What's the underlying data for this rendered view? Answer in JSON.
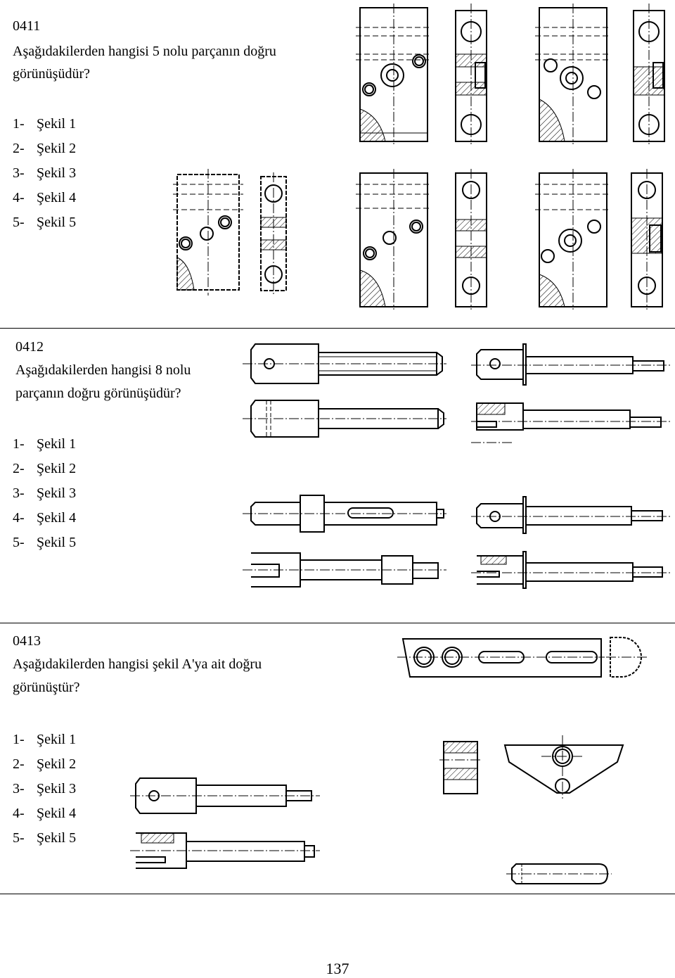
{
  "questions": [
    {
      "number": "0411",
      "text_line1": "Aşağıdakilerden hangisi 5 nolu parçanın doğru",
      "text_line2": "görünüşüdür?",
      "options": [
        {
          "num": "1-",
          "label": "Şekil  1"
        },
        {
          "num": "2-",
          "label": "Şekil  2"
        },
        {
          "num": "3-",
          "label": "Şekil  3"
        },
        {
          "num": "4-",
          "label": "Şekil  4"
        },
        {
          "num": "5-",
          "label": "Şekil  5"
        }
      ]
    },
    {
      "number": "0412",
      "text_line1": "Aşağıdakilerden hangisi 8 nolu",
      "text_line2": "parçanın doğru görünüşüdür?",
      "options": [
        {
          "num": "1-",
          "label": "Şekil  1"
        },
        {
          "num": "2-",
          "label": "Şekil  2"
        },
        {
          "num": "3-",
          "label": "Şekil  3"
        },
        {
          "num": "4-",
          "label": "Şekil  4"
        },
        {
          "num": "5-",
          "label": "Şekil  5"
        }
      ]
    },
    {
      "number": "0413",
      "text_line1": "Aşağıdakilerden hangisi şekil A'ya ait doğru",
      "text_line2": "görünüştür?",
      "options": [
        {
          "num": "1-",
          "label": "Şekil  1"
        },
        {
          "num": "2-",
          "label": "Şekil  2"
        },
        {
          "num": "3-",
          "label": "Şekil  3"
        },
        {
          "num": "4-",
          "label": "Şekil  4"
        },
        {
          "num": "5-",
          "label": "Şekil  5"
        }
      ]
    }
  ],
  "page_number": "137"
}
